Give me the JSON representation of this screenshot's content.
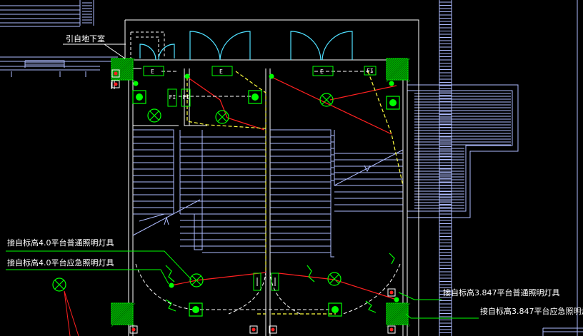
{
  "annotations": {
    "basement": "引自地下室",
    "left_normal": "接自标高4.0平台普通照明灯具",
    "left_emergency": "接自标高4.0平台应急照明灯具",
    "right_normal": "接自标高3.847平台普通照明灯具",
    "right_emergency": "接自标高3.847平台应急照明灯"
  },
  "symbols": {
    "exit_sign": "E",
    "fire_indicator": "FI"
  },
  "colors": {
    "background": "#000000",
    "wall": "#ffffff",
    "stair": "#aebcff",
    "door": "#4fe0ff",
    "wire_normal": "#ff2020",
    "wire_emergency": "#ffff40",
    "fixture": "#00ff00",
    "column_hatch": "#00cc00",
    "leader": "#00ff00"
  }
}
